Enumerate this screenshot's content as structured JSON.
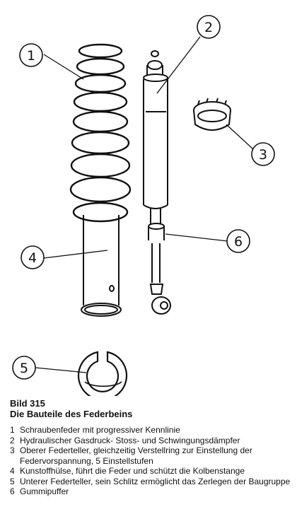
{
  "figure": {
    "callouts": [
      "1",
      "2",
      "3",
      "4",
      "5",
      "6"
    ]
  },
  "caption": {
    "label": "Bild 315",
    "title": "Die Bauteile des Federbeins"
  },
  "parts": [
    {
      "num": "1",
      "text": "Schraubenfeder mit progressiver Kennlinie"
    },
    {
      "num": "2",
      "text": "Hydraulischer Gasdruck- Stoss- und Schwingungsdämpfer"
    },
    {
      "num": "3",
      "text": "Oberer Federteller, gleichzeitig Verstellring zur Einstellung der Federvorspannung, 5 Einstellstufen"
    },
    {
      "num": "4",
      "text": "Kunstoffhülse, führt die Feder und schützt die Kolbenstange"
    },
    {
      "num": "5",
      "text": "Unterer Federteller, sein Schlitz ermöglicht das Zerlegen der Baugruppe"
    },
    {
      "num": "6",
      "text": "Gummipuffer"
    }
  ]
}
